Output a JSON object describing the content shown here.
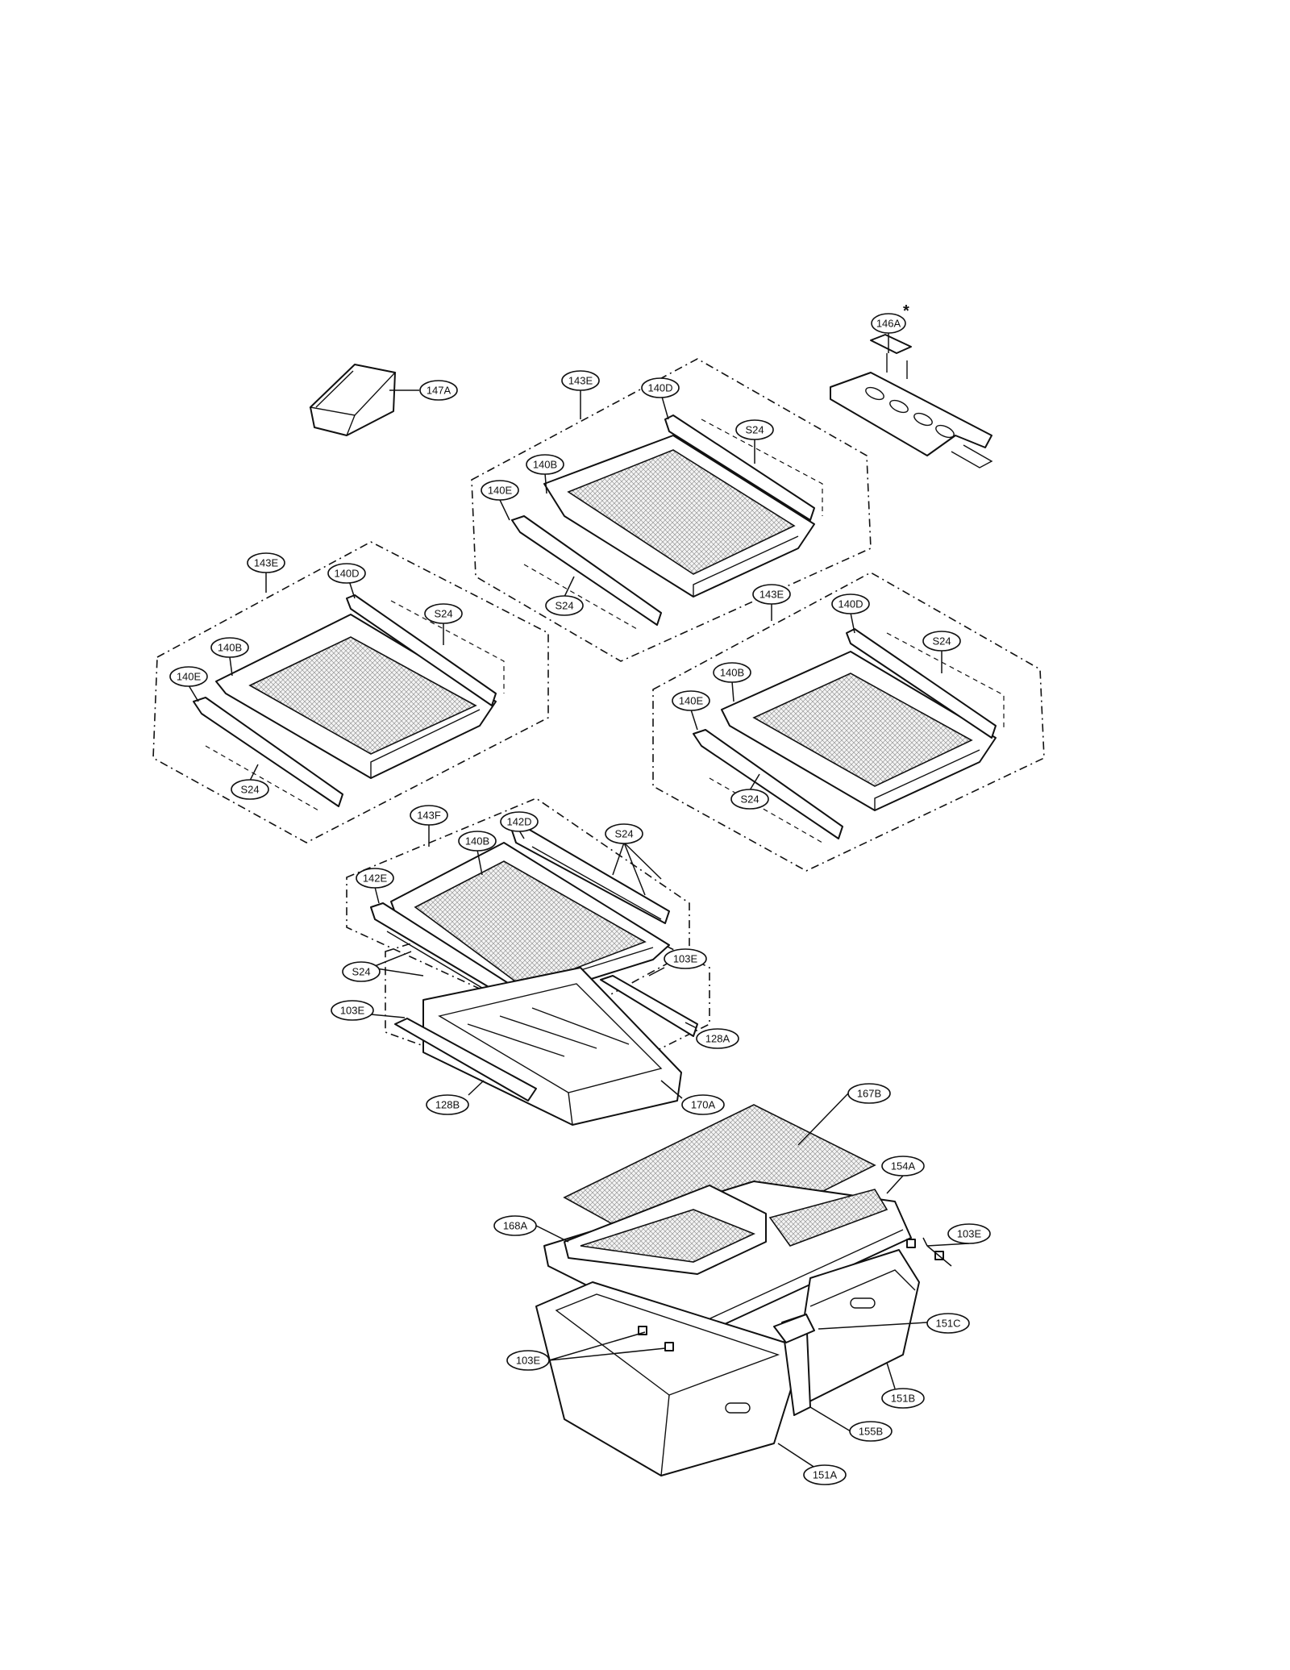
{
  "diagram": {
    "part_labels": [
      "146A",
      "147A",
      "143E",
      "140D",
      "S24",
      "140B",
      "140E",
      "S24",
      "143E",
      "140D",
      "S24",
      "140B",
      "140E",
      "S24",
      "143E",
      "140D",
      "S24",
      "140B",
      "140E",
      "S24",
      "143F",
      "142D",
      "S24",
      "140B",
      "142E",
      "S24",
      "103E",
      "103E",
      "128A",
      "128B",
      "170A",
      "167B",
      "154A",
      "168A",
      "103E",
      "151C",
      "103E",
      "151B",
      "155B",
      "151A"
    ],
    "note_marker": "*"
  }
}
